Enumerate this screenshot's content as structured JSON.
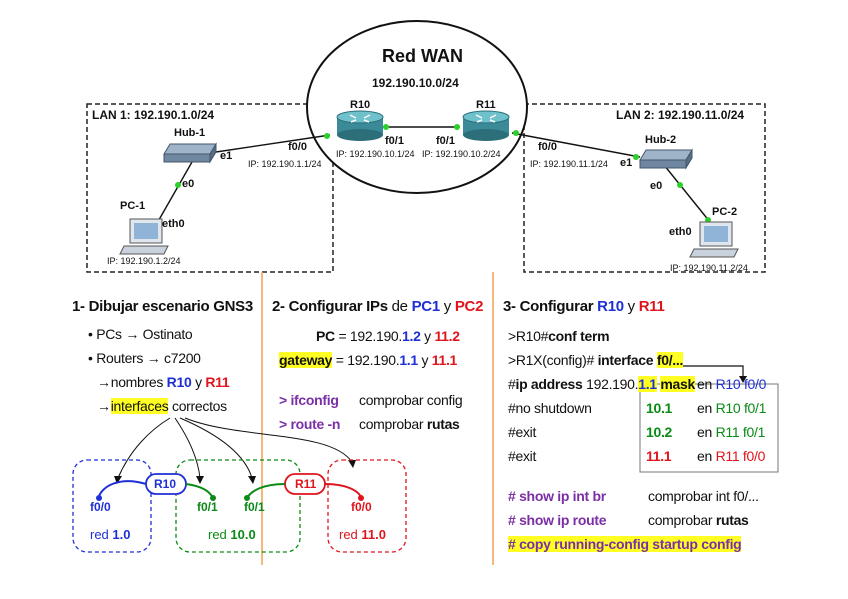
{
  "wan": {
    "title": "Red WAN",
    "net": "192.190.10.0/24"
  },
  "lan1": {
    "title": "LAN 1: 192.190.1.0/24",
    "hub": "Hub-1",
    "hub_port_e1": "e1",
    "hub_port_e0": "e0",
    "pc": "PC-1",
    "pc_port": "eth0",
    "pc_ip": "IP: 192.190.1.2/24"
  },
  "lan2": {
    "title": "LAN 2: 192.190.11.0/24",
    "hub": "Hub-2",
    "hub_port_e1": "e1",
    "hub_port_e0": "e0",
    "pc": "PC-2",
    "pc_port": "eth0",
    "pc_ip": "IP: 192.190.11.2/24"
  },
  "r10": {
    "name": "R10",
    "f00": "f0/0",
    "f01": "f0/1",
    "ip_lan": "IP: 192.190.1.1/24",
    "ip_wan": "IP: 192.190.10.1/24"
  },
  "r11": {
    "name": "R11",
    "f00": "f0/0",
    "f01": "f0/1",
    "ip_lan": "IP: 192.190.11.1/24",
    "ip_wan": "IP: 192.190.10.2/24"
  },
  "step1": {
    "title": "1- Dibujar escenario GNS3",
    "pcs": "PCs",
    "pcs_val": "Ostinato",
    "routers": "Routers",
    "routers_val": "c7200",
    "nombres": "nombres",
    "y": "y",
    "interfaces": "interfaces",
    "correctos": "correctos",
    "arrow": "→",
    "bullet": "•"
  },
  "step1_diagram": {
    "r10": "R10",
    "r11": "R11",
    "f00a": "f0/0",
    "f01a": "f0/1",
    "f01b": "f0/1",
    "f00b": "f0/0",
    "red_label": "red",
    "red1": "1.0",
    "red10": "10.0",
    "red11": "11.0"
  },
  "step2": {
    "title_pre": "2- Configurar IPs",
    "de": "de",
    "pc1": "PC1",
    "y": "y",
    "pc2": "PC2",
    "pc_label": "PC",
    "eq_prefix": " = 192.190.",
    "pc_v1": "1.2",
    "pc_v2": "11.2",
    "gateway": "gateway",
    "gw_v1": "1.1",
    "gw_v2": "11.1",
    "cmd1": "> ifconfig",
    "cmd1_desc": "comprobar config",
    "cmd2": "> route -n",
    "cmd2_desc": "comprobar",
    "cmd2_desc_b": "rutas"
  },
  "step3": {
    "title_pre": "3- Configurar",
    "r10": "R10",
    "y": "y",
    "r11": "R11",
    "l1_pre": ">R10#",
    "l1_b": "conf term",
    "l2_pre": ">R1X(config)# ",
    "l2_b": "interface",
    "l2_hl": "f0/...",
    "l3_pre": "#",
    "l3_b": "ip address",
    "l3_ip": " 192.190.",
    "l3_v": "1.1",
    "l3_mask": "mask",
    "l4": "#no shutdown",
    "l5": "#exit",
    "l6": "#exit",
    "t_v": [
      "1.1",
      "10.1",
      "10.2",
      "11.1"
    ],
    "t_en": "en",
    "t_r": [
      "R10 f0/0",
      "R10 f0/1",
      "R11 f0/1",
      "R11 f0/0"
    ],
    "c1": "# show ip int br",
    "c1_desc": "comprobar int f0/...",
    "c2": "# show ip route",
    "c2_desc": "comprobar",
    "c2_desc_b": "rutas",
    "c3": "# copy running-config startup config"
  },
  "colors": {
    "blue": "#1f2fd6",
    "red": "#e0141c",
    "green": "#0a8a16",
    "purple": "#7b2fa6",
    "highlight": "#ffff24",
    "divider": "#f0a050"
  }
}
